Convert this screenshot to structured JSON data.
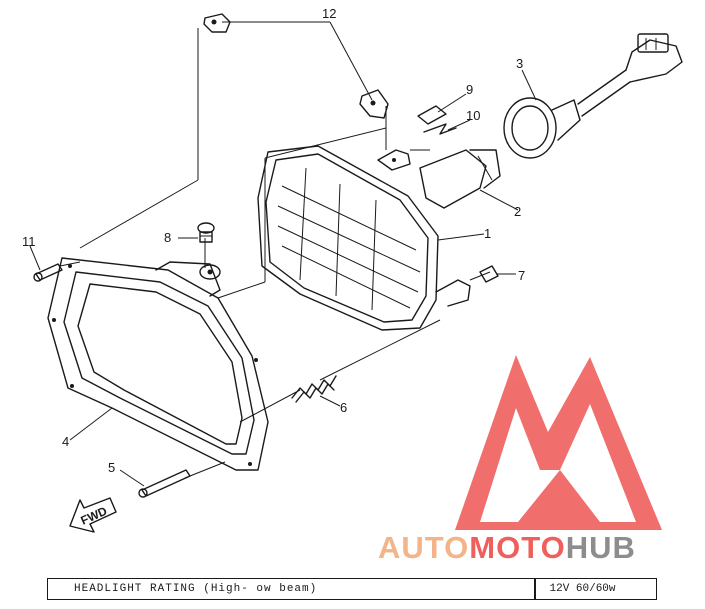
{
  "callouts": {
    "p1": "1",
    "p2": "2",
    "p3": "3",
    "p4": "4",
    "p5": "5",
    "p6": "6",
    "p7": "7",
    "p8": "8",
    "p9": "9",
    "p10": "10",
    "p11": "11",
    "p12": "12"
  },
  "direction_label": "FWD",
  "watermark": {
    "part1": "AUTO",
    "part2": "MOTO",
    "part3": "HUB",
    "color_primary": "#f3b489",
    "color_secondary": "#8d8d8d",
    "logo_color": "#ef5f5c"
  },
  "rating_table": {
    "label": "HEADLIGHT RATING (High- ow beam)",
    "value": "12V 60/60w"
  }
}
